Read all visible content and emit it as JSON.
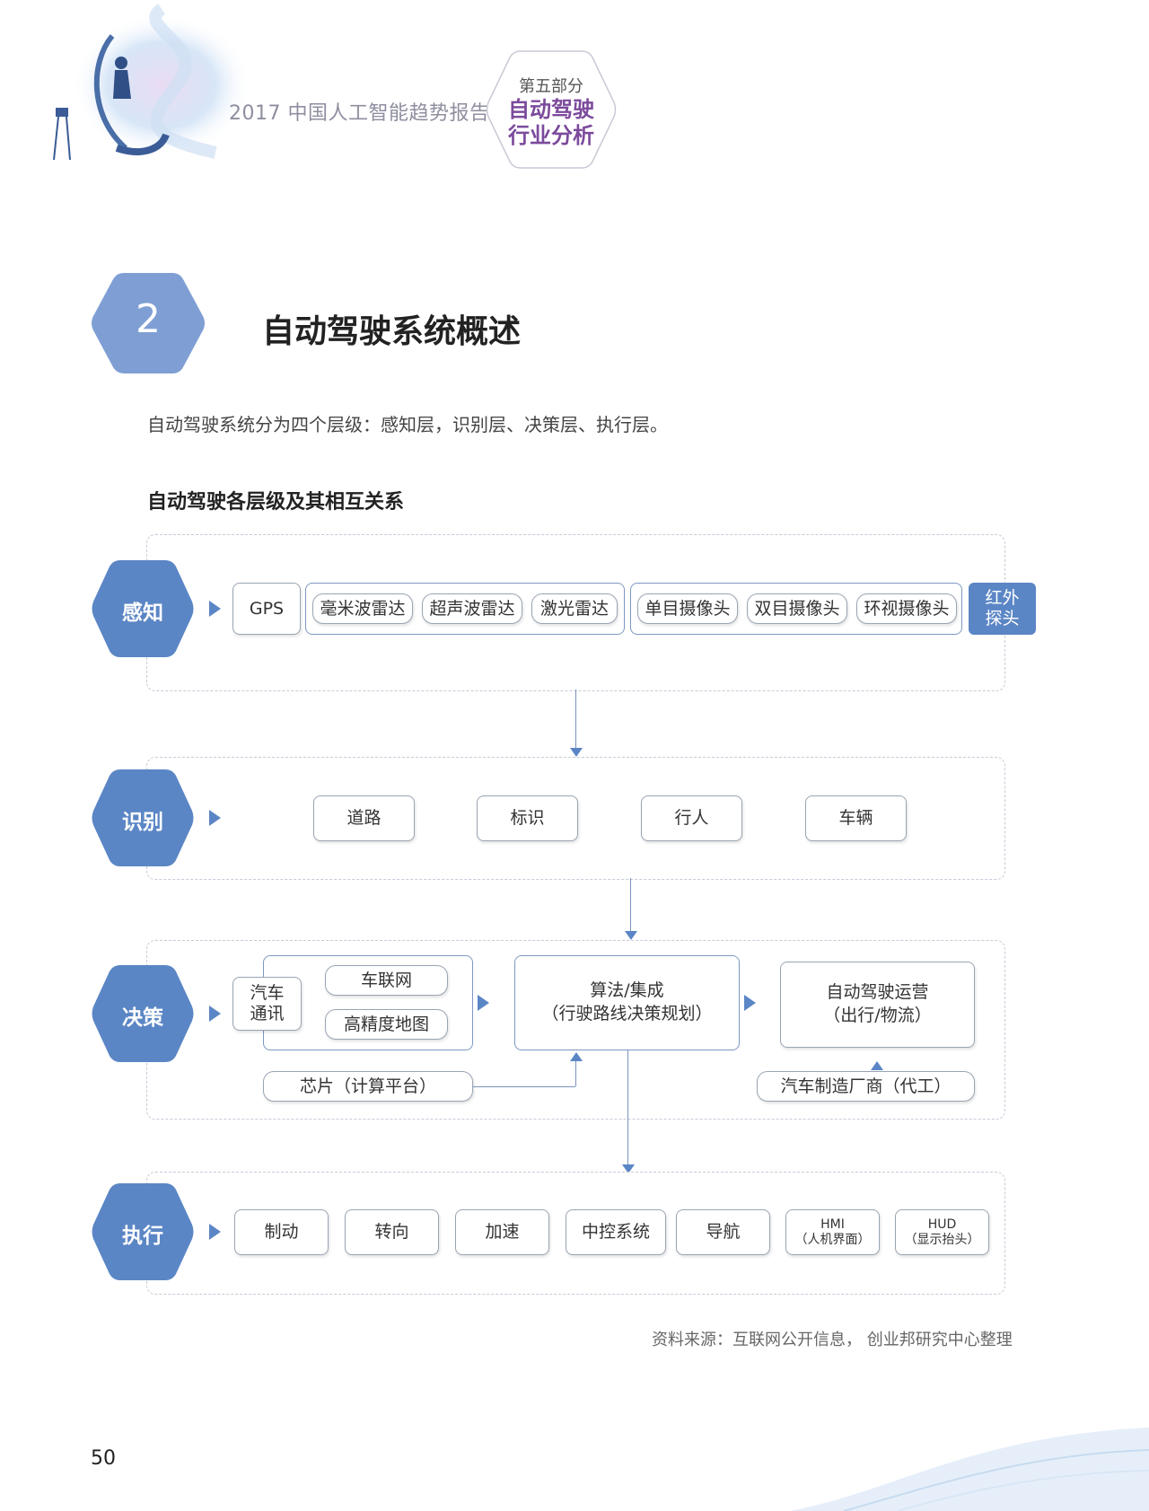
{
  "header": {
    "report_title": "2017 中国人工智能趋势报告",
    "part_label": "第五部分",
    "part_title_line1": "自动驾驶",
    "part_title_line2": "行业分析"
  },
  "section": {
    "number": "2",
    "title": "自动驾驶系统概述",
    "intro": "自动驾驶系统分为四个层级：感知层，识别层、决策层、执行层。"
  },
  "figure": {
    "title": "自动驾驶各层级及其相互关系",
    "perception": {
      "label": "感知",
      "gps": "GPS",
      "radars": [
        "毫米波雷达",
        "超声波雷达",
        "激光雷达"
      ],
      "cameras": [
        "单目摄像头",
        "双目摄像头",
        "环视摄像头"
      ],
      "infrared_line1": "红外",
      "infrared_line2": "探头"
    },
    "recognition": {
      "label": "识别",
      "items": [
        "道路",
        "标识",
        "行人",
        "车辆"
      ]
    },
    "decision": {
      "label": "决策",
      "v2x_line1": "汽车",
      "v2x_line2": "通讯",
      "connectivity": [
        "车联网",
        "高精度地图"
      ],
      "algorithm_line1": "算法/集成",
      "algorithm_line2": "（行驶路线决策规划）",
      "operation_line1": "自动驾驶运营",
      "operation_line2": "（出行/物流）",
      "chip": "芯片（计算平台）",
      "oem": "汽车制造厂商（代工）"
    },
    "execution": {
      "label": "执行",
      "items": [
        "制动",
        "转向",
        "加速",
        "中控系统",
        "导航"
      ],
      "hmi_line1": "HMI",
      "hmi_line2": "（人机界面）",
      "hud_line1": "HUD",
      "hud_line2": "（显示抬头）"
    }
  },
  "footer": {
    "source": "资料来源：互联网公开信息， 创业邦研究中心整理",
    "page_number": "50"
  },
  "colors": {
    "accent_blue": "#5b86c5",
    "header_purple": "#7c4a9c",
    "border_gray": "#9aa4b4"
  }
}
